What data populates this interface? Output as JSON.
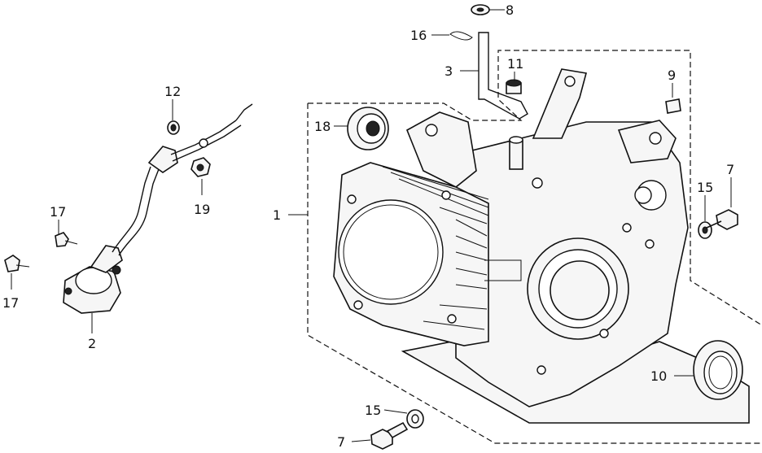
{
  "callouts": {
    "c1": "1",
    "c2": "2",
    "c3": "3",
    "c7a": "7",
    "c7b": "7",
    "c8": "8",
    "c9": "9",
    "c10": "10",
    "c11": "11",
    "c12": "12",
    "c15a": "15",
    "c15b": "15",
    "c16": "16",
    "c17a": "17",
    "c17b": "17",
    "c18": "18",
    "c19": "19"
  }
}
